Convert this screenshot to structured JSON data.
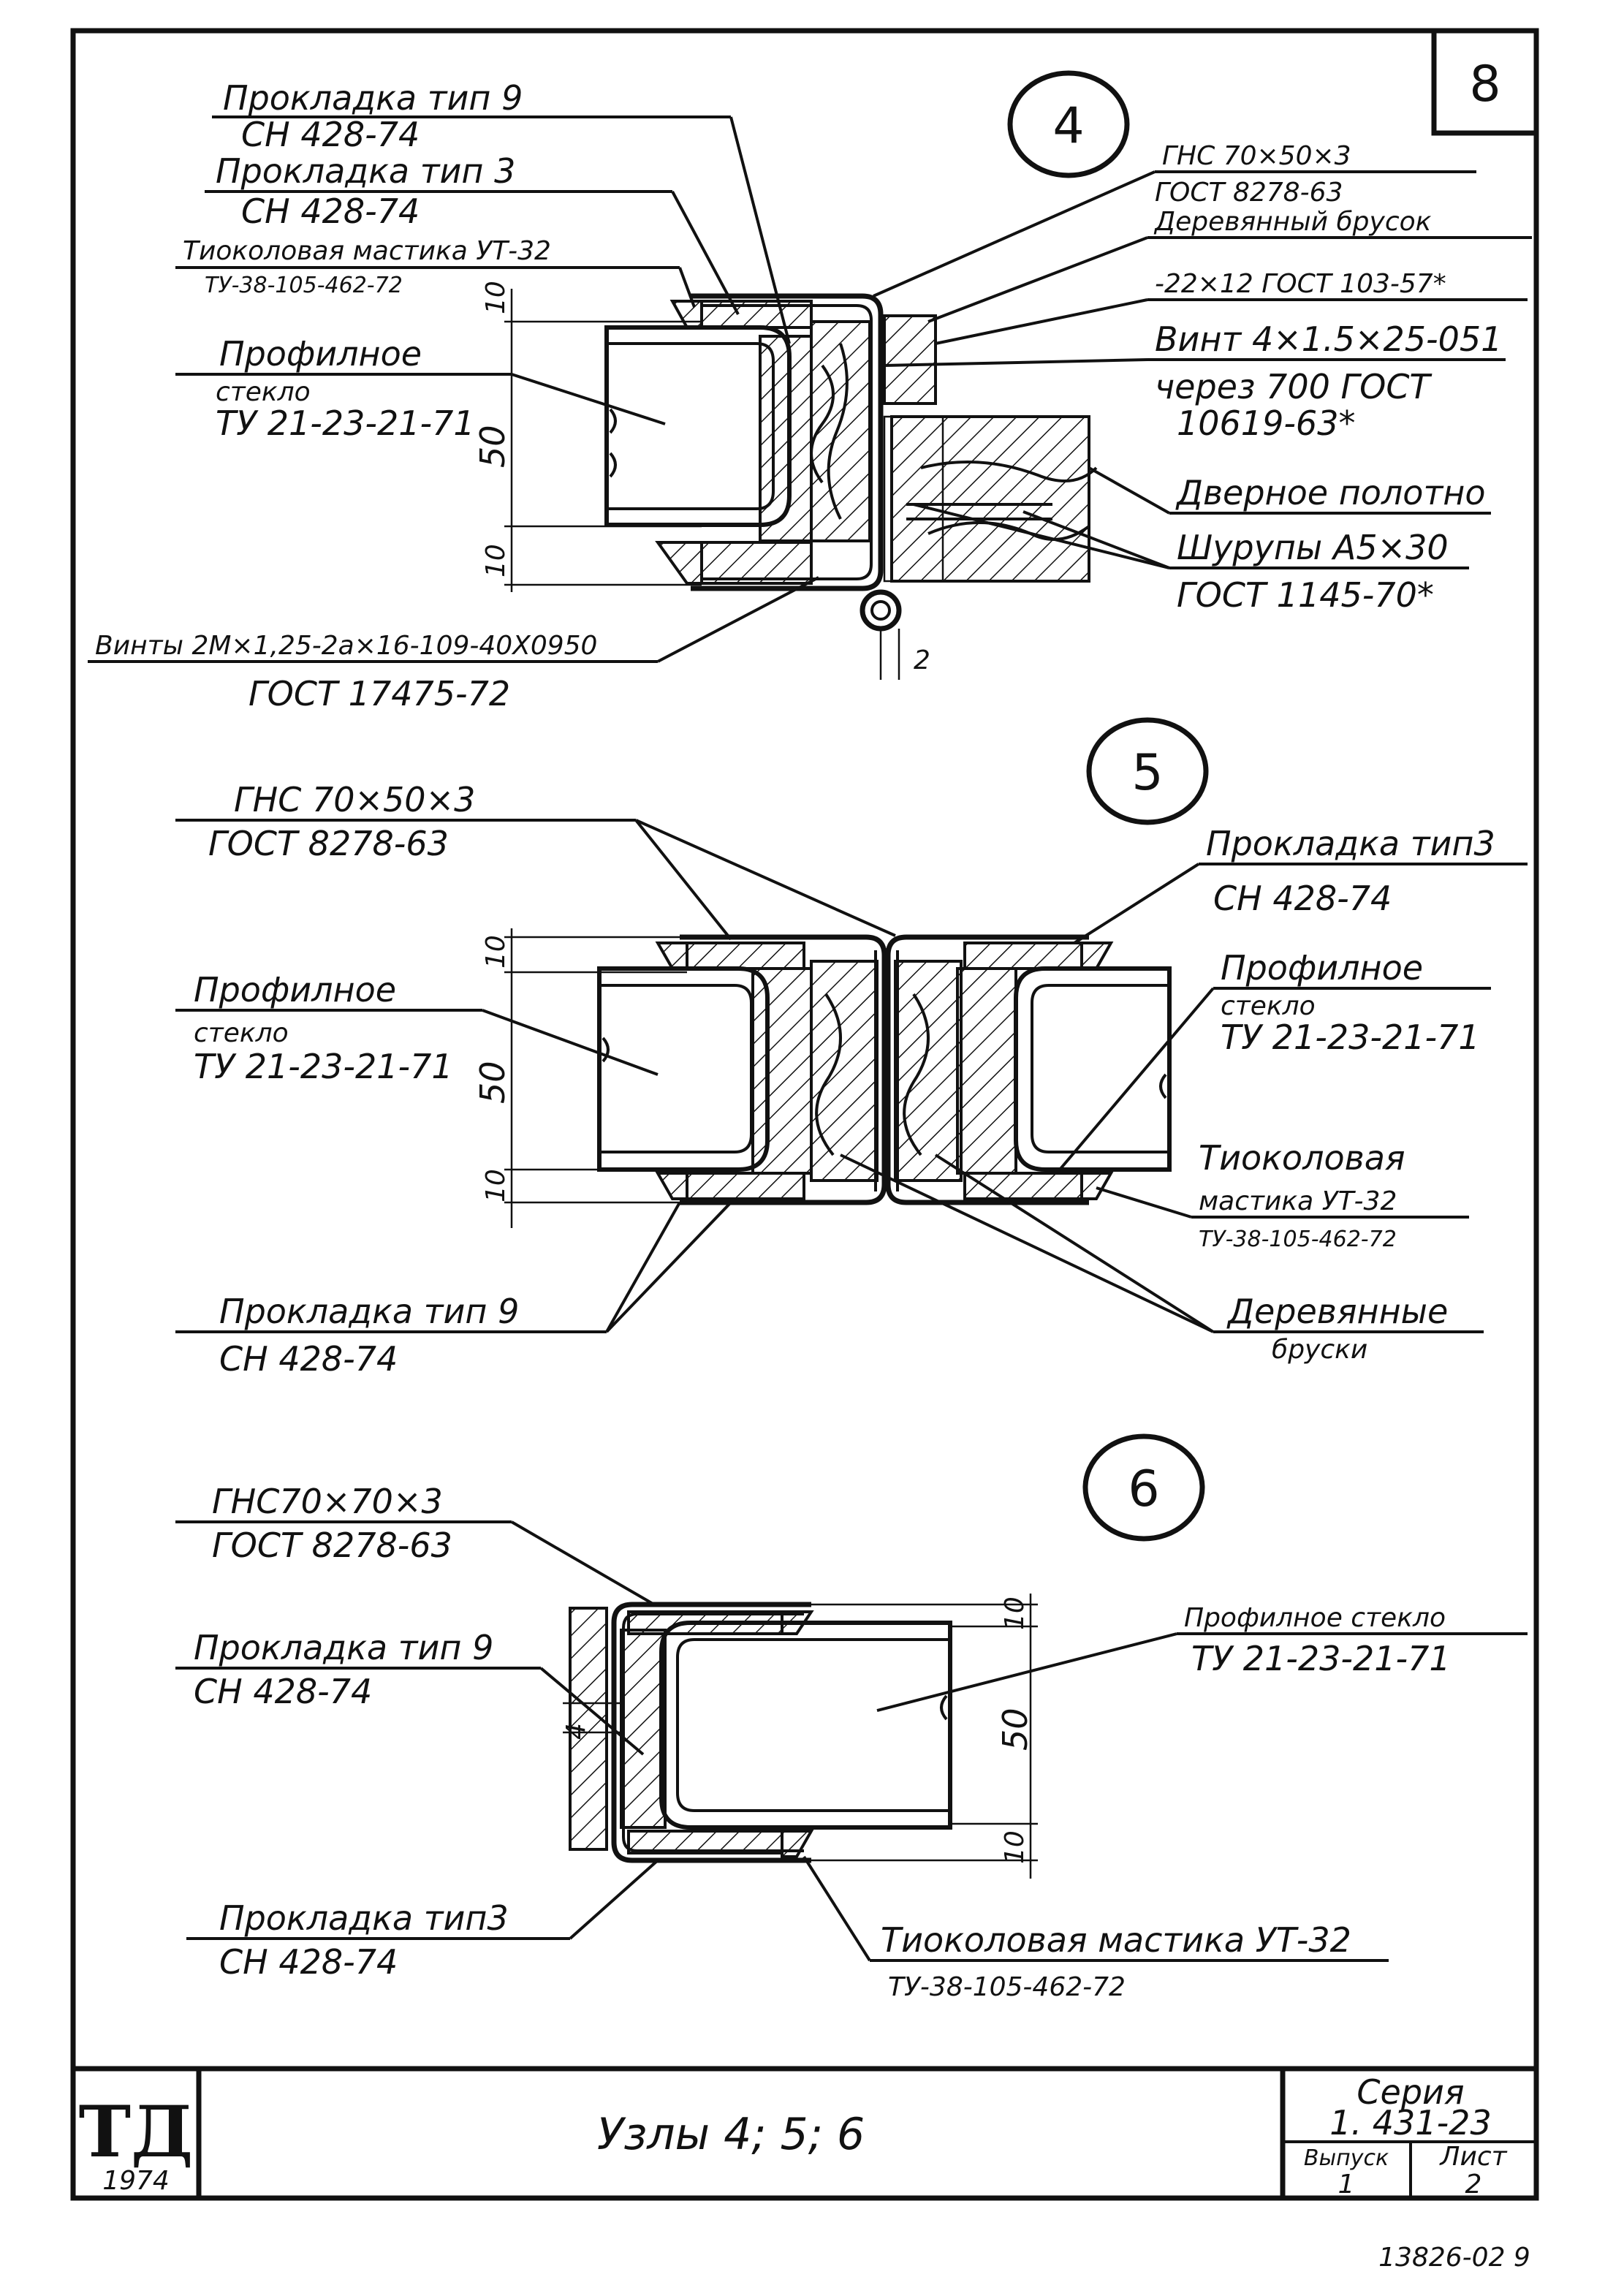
{
  "sheet": {
    "number": "8",
    "title": "Узлы 4; 5; 6",
    "logo": "ТД",
    "year": "1974",
    "series_label": "Серия",
    "series_value": "1. 431-23",
    "issue_label": "Выпуск",
    "issue_value": "1",
    "sheet_label": "Лист",
    "sheet_value": "2",
    "archive_number": "13826-02 9"
  },
  "node4": {
    "marker": "4",
    "labels": {
      "gasket9_a": "Прокладка тип 9",
      "gasket9_b": "СН 428-74",
      "gasket3_a": "Прокладка тип 3",
      "gasket3_b": "СН 428-74",
      "mastic_a": "Тиоколовая мастика УТ-32",
      "mastic_b": "ТУ-38-105-462-72",
      "glass_a": "Профилное",
      "glass_b": "стекло",
      "glass_c": "ТУ 21-23-21-71",
      "channel_a": "ГНС 70×50×3",
      "channel_b": "ГОСТ 8278-63",
      "wood_a": "Деревянный брусок",
      "wood_b": "-22×12 ГОСТ 103-57*",
      "screw_a": "Винт 4×1.5×25-051",
      "screw_b": "через 700 ГОСТ",
      "screw_c": "10619-63*",
      "door": "Дверное полотно",
      "wscrew_a": "Шурупы А5×30",
      "wscrew_b": "ГОСТ 1145-70*",
      "bolts_a": "Винты 2М×1,25-2а×16-109-40Х0950",
      "bolts_b": "ГОСТ 17475-72"
    },
    "dims": {
      "d10a": "10",
      "d50": "50",
      "d10b": "10",
      "d2": "2"
    }
  },
  "node5": {
    "marker": "5",
    "labels": {
      "channel_a": "ГНС 70×50×3",
      "channel_b": "ГОСТ 8278-63",
      "gasket3_a": "Прокладка тип3",
      "gasket3_b": "СН 428-74",
      "glassL_a": "Профилное",
      "glassL_b": "стекло",
      "glassL_c": "ТУ 21-23-21-71",
      "glassR_a": "Профилное",
      "glassR_b": "стекло",
      "glassR_c": "ТУ 21-23-21-71",
      "mastic_a": "Тиоколовая",
      "mastic_b": "мастика УТ-32",
      "mastic_c": "ТУ-38-105-462-72",
      "gasket9_a": "Прокладка тип 9",
      "gasket9_b": "СН 428-74",
      "wood_a": "Деревянные",
      "wood_b": "бруски"
    },
    "dims": {
      "d10a": "10",
      "d50": "50",
      "d10b": "10"
    }
  },
  "node6": {
    "marker": "6",
    "labels": {
      "channel_a": "ГНС70×70×3",
      "channel_b": "ГОСТ 8278-63",
      "gasket9_a": "Прокладка тип 9",
      "gasket9_b": "СН 428-74",
      "glass_a": "Профилное стекло",
      "glass_b": "ТУ 21-23-21-71",
      "gasket3_a": "Прокладка тип3",
      "gasket3_b": "СН 428-74",
      "mastic_a": "Тиоколовая мастика УТ-32",
      "mastic_b": "ТУ-38-105-462-72"
    },
    "dims": {
      "d10a": "10",
      "d50": "50",
      "d10b": "10",
      "d4": "4"
    }
  }
}
